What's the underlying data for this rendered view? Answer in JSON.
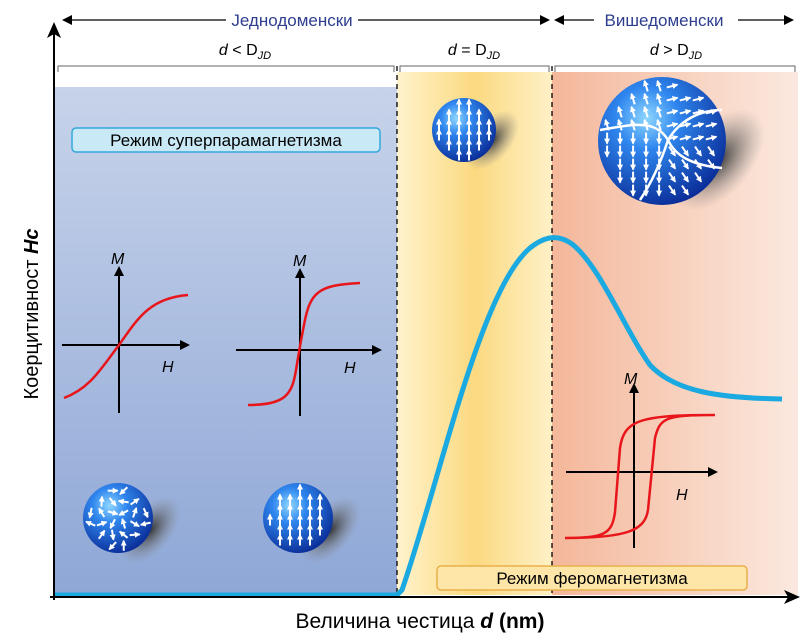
{
  "header": {
    "single_domain": "Једнодоменски",
    "multi_domain": "Вишедоменски"
  },
  "regions": {
    "small": {
      "d": "d",
      "op": " < D",
      "sub": "JD"
    },
    "equal": {
      "d": "d",
      "op": " = D",
      "sub": "JD"
    },
    "large": {
      "d": "d",
      "op": " > D",
      "sub": "JD"
    }
  },
  "labels": {
    "superparamagnetism": "Режим суперпарамагнетизма",
    "ferromagnetism": "Режим феромагнетизма"
  },
  "axes": {
    "y_label_text": "Коерцитивност ",
    "y_label_symbol": "Hc",
    "x_label_text": "Величина честица ",
    "x_label_symbol": "d",
    "x_label_unit": " (nm)"
  },
  "loops": {
    "m_label": "M",
    "h_label": "H"
  },
  "colors": {
    "curve": "#1aa9e0",
    "loop": "#e8151b",
    "region_small": "#a8bde0",
    "region_equal": "#fbe3a3",
    "region_large": "#f6cdb6",
    "label_small_bg": "#c9e9f7",
    "label_small_border": "#33a8dc",
    "label_large_bg": "#fde6a8",
    "label_large_border": "#e8b04a",
    "header_text": "#2e3e8f",
    "sphere": "#1f5fd9"
  }
}
